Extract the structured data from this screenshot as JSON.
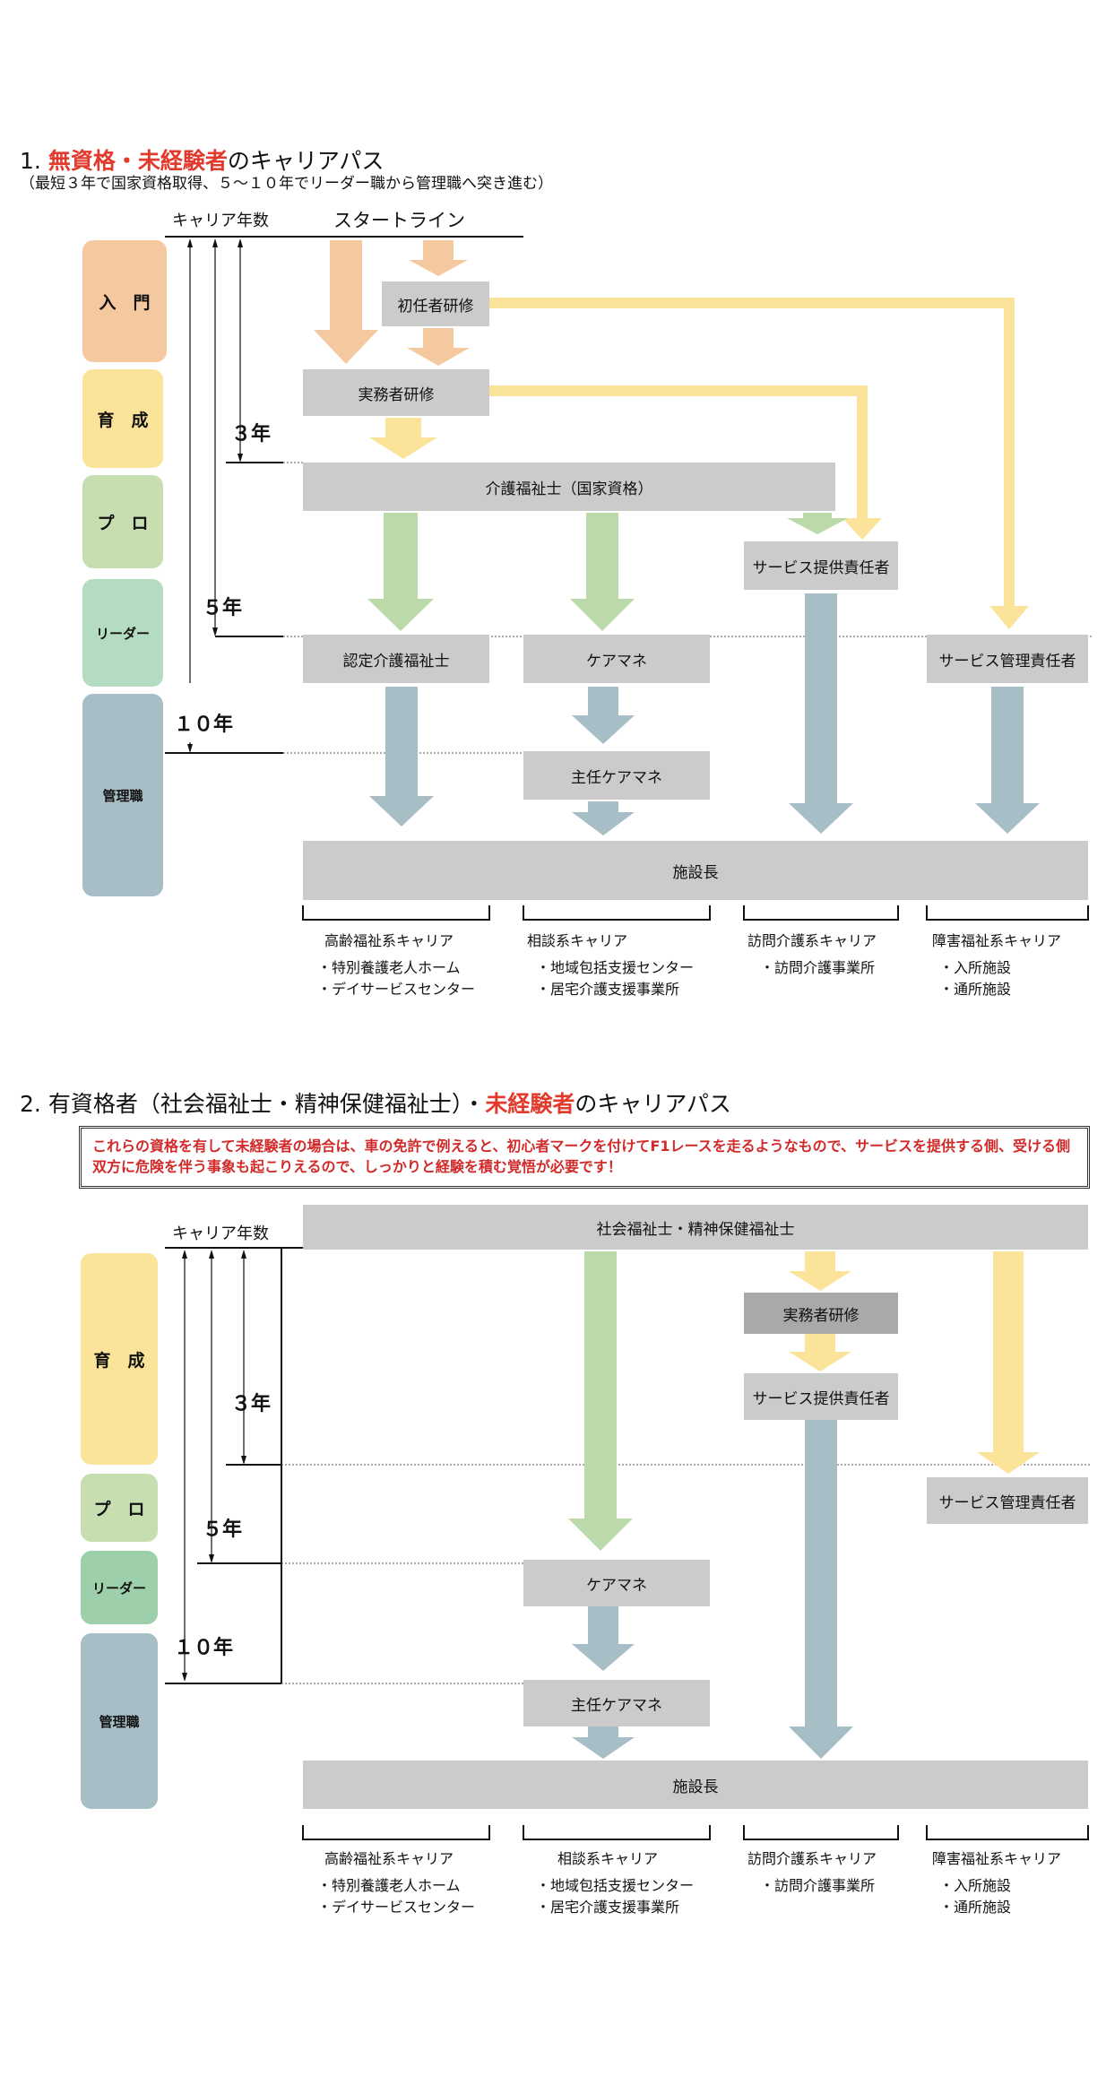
{
  "section1": {
    "title_num": "1.",
    "title_hl": "無資格・未経験者",
    "title_rest": "のキャリアパス",
    "subtitle": "（最短３年で国家資格取得、５～１０年でリーダー職から管理職へ突き進む）",
    "col_years": "キャリア年数",
    "start_line": "スタートライン",
    "stages": {
      "entry": "入　門",
      "training": "育　成",
      "pro": "プ　ロ",
      "leader": "リーダー",
      "manager": "管理職"
    },
    "years": {
      "y3": "３年",
      "y5": "５年",
      "y10": "１０年"
    },
    "boxes": {
      "shoninsha": "初任者研修",
      "jitsumusha": "実務者研修",
      "kaigofukushishi": "介護福祉士（国家資格）",
      "service_teikyo": "サービス提供責任者",
      "nintei": "認定介護福祉士",
      "caremane": "ケアマネ",
      "service_kanri": "サービス管理責任者",
      "shunin_caremane": "主任ケアマネ",
      "shisetsucho": "施設長"
    }
  },
  "section2": {
    "title_num": "2.",
    "title_pre": "有資格者（社会福祉士・精神保健福祉士）・",
    "title_hl": "未経験者",
    "title_rest": "のキャリアパス",
    "note": "これらの資格を有して未経験者の場合は、車の免許で例えると、初心者マークを付けてF1レースを走るようなもので、サービスを提供する側、受ける側双方に危険を伴う事象も起こりえるので、しっかりと経験を積む覚悟が必要です！",
    "col_years": "キャリア年数",
    "stages": {
      "training": "育　成",
      "pro": "プ　ロ",
      "leader": "リーダー",
      "manager": "管理職"
    },
    "years": {
      "y3": "３年",
      "y5": "５年",
      "y10": "１０年"
    },
    "boxes": {
      "shakai": "社会福祉士・精神保健福祉士",
      "jitsumusha": "実務者研修",
      "service_teikyo": "サービス提供責任者",
      "service_kanri": "サービス管理責任者",
      "caremane": "ケアマネ",
      "shunin_caremane": "主任ケアマネ",
      "shisetsucho": "施設長"
    }
  },
  "careers": [
    {
      "title": "高齢福祉系キャリア",
      "items": [
        "・特別養護老人ホーム",
        "・デイサービスセンター"
      ]
    },
    {
      "title": "相談系キャリア",
      "items": [
        "・地域包括支援センター",
        "・居宅介護支援事業所"
      ]
    },
    {
      "title": "訪問介護系キャリア",
      "items": [
        "・訪問介護事業所"
      ]
    },
    {
      "title": "障害福祉系キャリア",
      "items": [
        "・入所施設",
        "・通所施設"
      ]
    }
  ],
  "colors": {
    "orange": "#f5c9a0",
    "yellow": "#fbe39a",
    "green": "#bcdaa9",
    "blue": "#a8bec6",
    "box": "#cbcbcb",
    "box_dark": "#a9a9a9",
    "stage_entry": "#f5c9a0",
    "stage_training": "#fbe39a",
    "stage_pro": "#c7deb0",
    "stage_leader": "#b4dcc0",
    "stage_leader2": "#9dd0aa",
    "stage_manager": "#a8bec6",
    "highlight": "#e23a2c"
  }
}
